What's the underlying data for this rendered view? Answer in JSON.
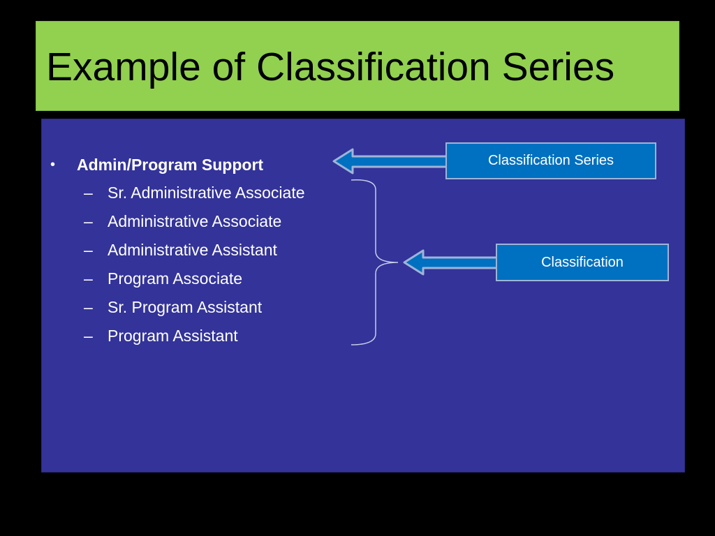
{
  "slide": {
    "title": "Example of Classification Series"
  },
  "bullets": {
    "main": {
      "symbol": "•",
      "label": "Admin/Program Support"
    },
    "sub_symbol": "–",
    "sub_items": [
      "Sr. Administrative Associate",
      "Administrative Associate",
      "Administrative Assistant",
      "Program Associate",
      "Sr. Program Assistant",
      "Program Assistant"
    ]
  },
  "callouts": {
    "series_label": "Classification Series",
    "classification_label": "Classification"
  },
  "colors": {
    "title_bg": "#92d050",
    "content_bg": "#333399",
    "callout_bg": "#0070c0",
    "arrow_fill": "#0070c0",
    "arrow_outline": "#9fb4d8",
    "background": "#000000"
  }
}
